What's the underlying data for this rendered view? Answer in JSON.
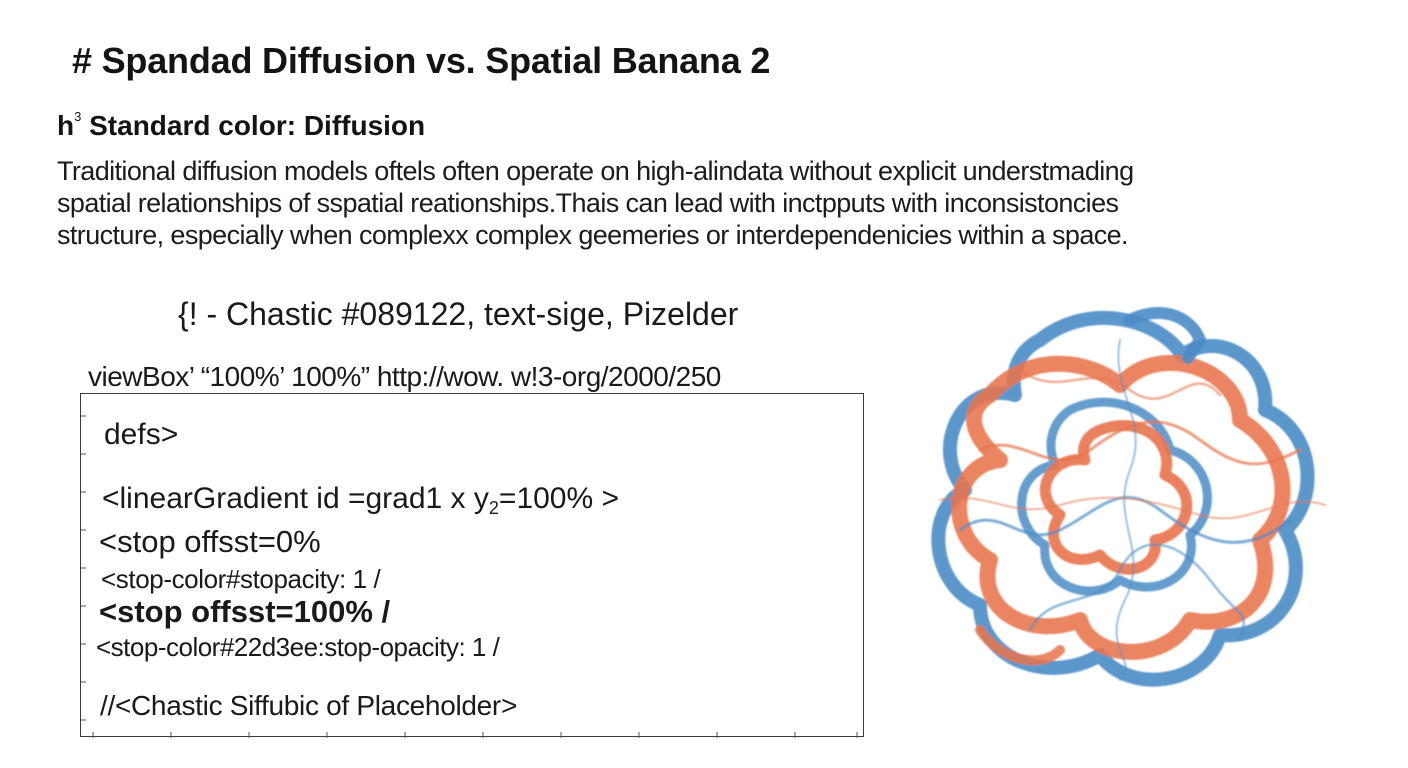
{
  "page_title": "# Spandad Diffusion vs. Spatial Banana 2",
  "section": {
    "prefix": "h",
    "prefix_sup": "3",
    "heading": " Standard color: Diffusion"
  },
  "paragraph_lines": [
    "Traditional diffusion models oftels often operate on high-alindata without explicit understmading",
    "spatial relationships of sspatial reationships.Thais can lead with inctpputs with inconsistoncies",
    "structure, especially when complexx complex geemeries or interdependenicies within a space."
  ],
  "comment_line": "{! - Chastic #089122, text-sige, Pizelder",
  "viewbox_line": "viewBox’ “100%’ 100%” http://wow. w!3-org/2000/250",
  "code": {
    "line1": "defs>",
    "line2_main": "<linearGradient id =grad1 x y",
    "line2_sub": "2",
    "line2_end": "=100% >",
    "line3": "<stop offsst=0%",
    "line4": "<stop-color#stopacity: 1 /",
    "line5": "<stop offsst=100%  /",
    "line6": "<stop-color#22d3ee:stop-opacity: 1 /",
    "line7": "//<Chastic Siffubic of Placeholder>"
  },
  "colors": {
    "text": "#141414",
    "swirl_orange": "#e8744c",
    "swirl_blue": "#4a8cc6",
    "box_border": "#3a3a3a"
  }
}
